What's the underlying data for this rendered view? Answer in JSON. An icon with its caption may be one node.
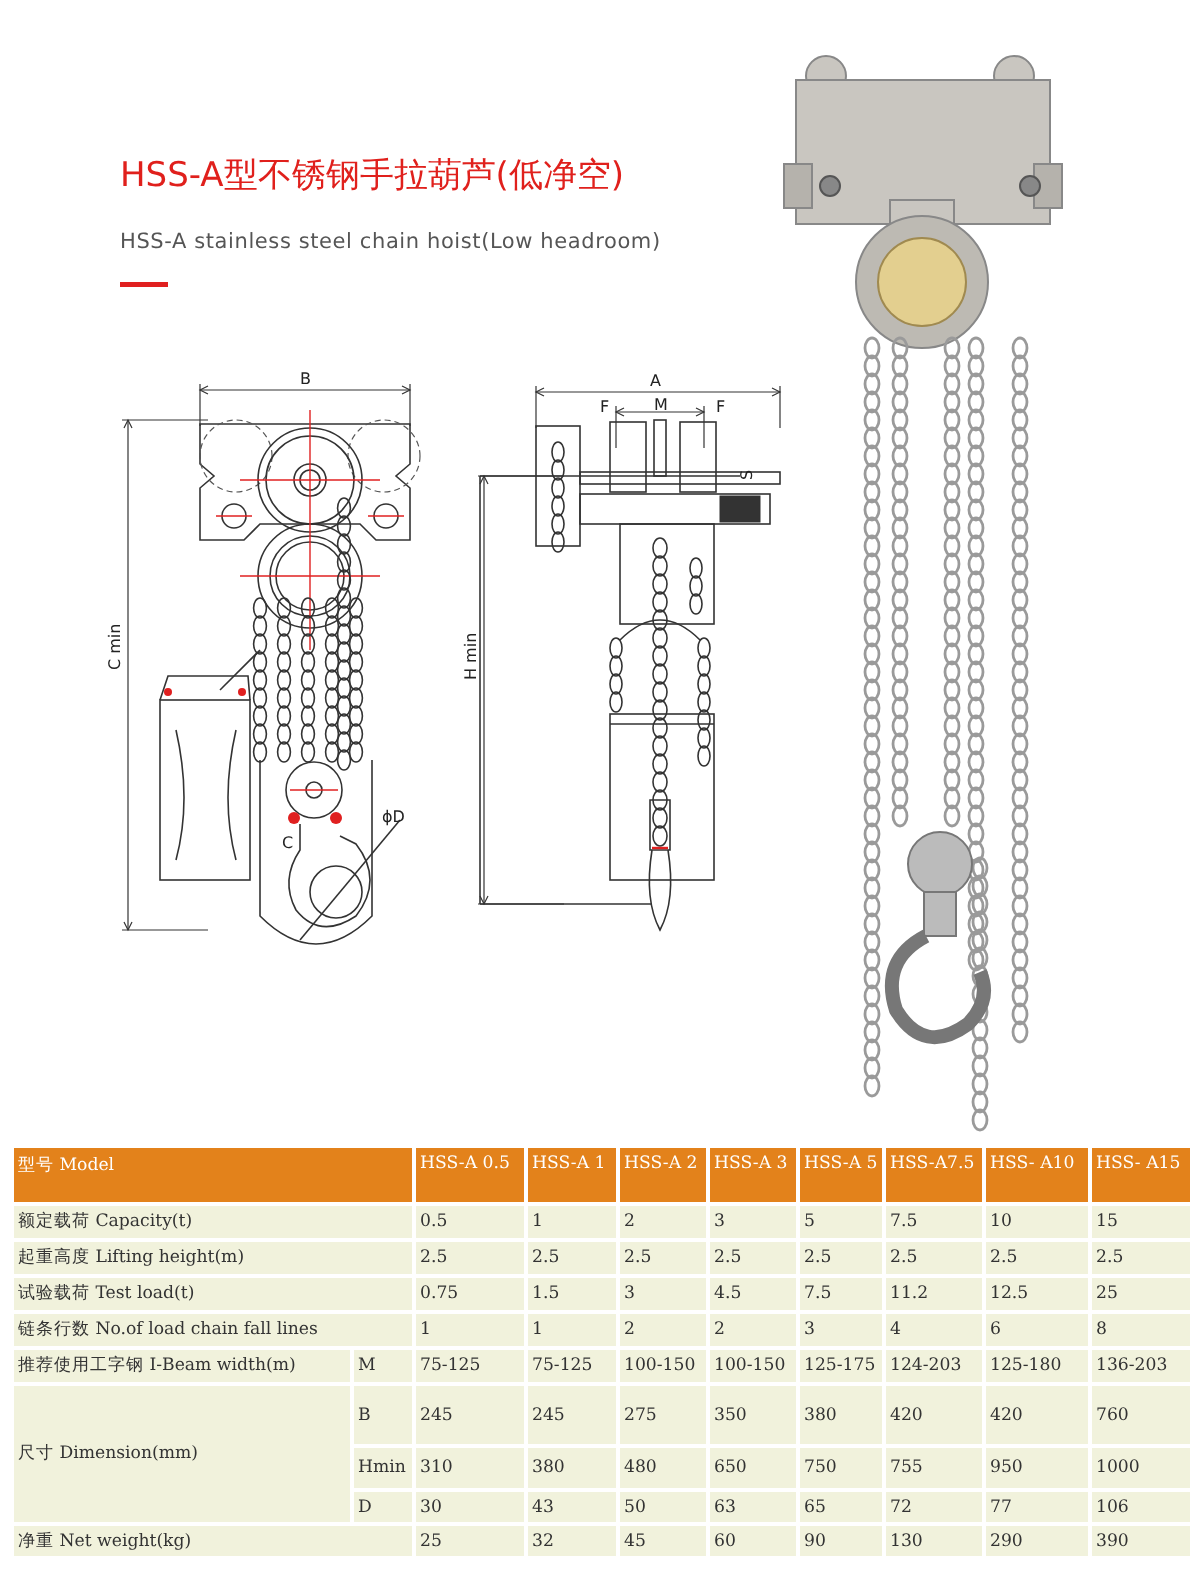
{
  "diagram": {
    "title": "HSS-A型不锈钢手拉葫芦(低净空)",
    "labels": [
      "HSS-A stainless steel chain hoist(Low headroom)",
      "B",
      "C min",
      "C",
      "ϕD",
      "A",
      "F",
      "M",
      "F",
      "S",
      "H min",
      "型号 Model",
      "HSS-A 0.5",
      "HSS-A 1",
      "HSS-A 2",
      "HSS-A 3",
      "HSS-A 5",
      "HSS-A7.5",
      "HSS- A10",
      "HSS- A15",
      "额定载荷 Capacity(t)",
      "0.5",
      "1",
      "2",
      "3",
      "5",
      "7.5",
      "10",
      "15",
      "起重高度 Lifting height(m)",
      "2.5",
      "2.5",
      "2.5",
      "2.5",
      "2.5",
      "2.5",
      "2.5",
      "2.5",
      "试验载荷 Test load(t)",
      "0.75",
      "1.5",
      "3",
      "4.5",
      "7.5",
      "11.2",
      "12.5",
      "25",
      "链条行数 No.of load chain fall lines",
      "1",
      "1",
      "2",
      "2",
      "3",
      "4",
      "6",
      "8",
      "推荐使用工字钢 I-Beam width(m)",
      "M",
      "75-125",
      "75-125",
      "100-150",
      "100-150",
      "125-175",
      "124-203",
      "125-180",
      "136-203",
      "尺寸 Dimension(mm)",
      "B",
      "245",
      "245",
      "275",
      "350",
      "380",
      "420",
      "420",
      "760",
      "Hmin",
      "310",
      "380",
      "480",
      "650",
      "750",
      "755",
      "950",
      "1000",
      "D",
      "30",
      "43",
      "50",
      "63",
      "65",
      "72",
      "77",
      "106",
      "净重 Net weight(kg)",
      "25",
      "32",
      "45",
      "60",
      "90",
      "130",
      "290",
      "390"
    ]
  }
}
